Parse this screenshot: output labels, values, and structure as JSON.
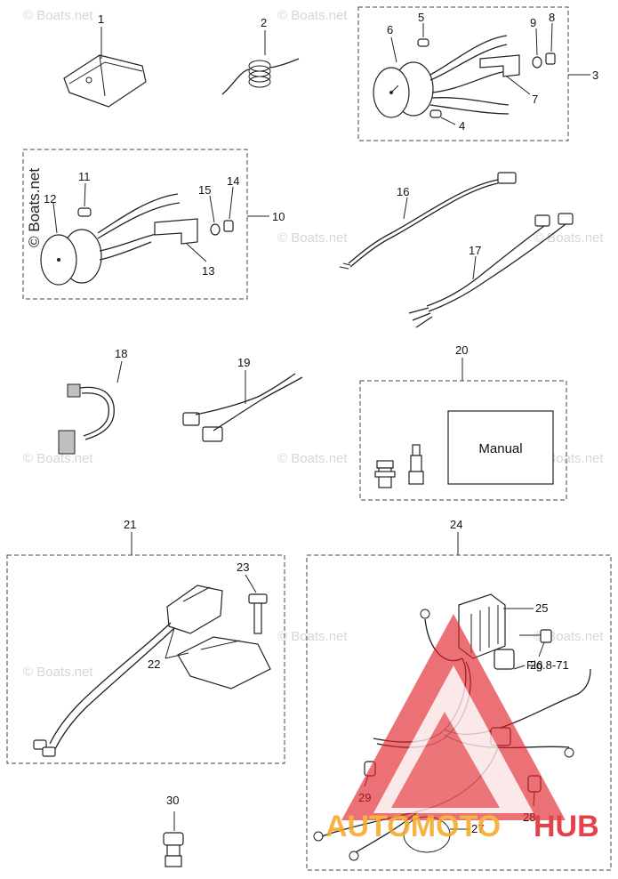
{
  "diagram": {
    "callouts": {
      "c1": "1",
      "c2": "2",
      "c3": "3",
      "c4": "4",
      "c5": "5",
      "c6": "6",
      "c7": "7",
      "c8": "8",
      "c9": "9",
      "c10": "10",
      "c11": "11",
      "c12": "12",
      "c13": "13",
      "c14": "14",
      "c15": "15",
      "c16": "16",
      "c17": "17",
      "c18": "18",
      "c19": "19",
      "c20": "20",
      "c21": "21",
      "c22": "22",
      "c23": "23",
      "c24": "24",
      "c25": "25",
      "c26": "26",
      "c27": "27",
      "c28": "28",
      "c29": "29",
      "c30": "30"
    },
    "manual_label": "Manual",
    "fig_ref": "Fig.8-71",
    "watermark": "© Boats.net",
    "logo_text": {
      "part1": "AUTOMOTO",
      "part2": "HUB"
    },
    "colors": {
      "logo_red": "#e0222a",
      "logo_orange": "#f5a623",
      "line": "#222222",
      "watermark": "#d6d6d6"
    }
  }
}
